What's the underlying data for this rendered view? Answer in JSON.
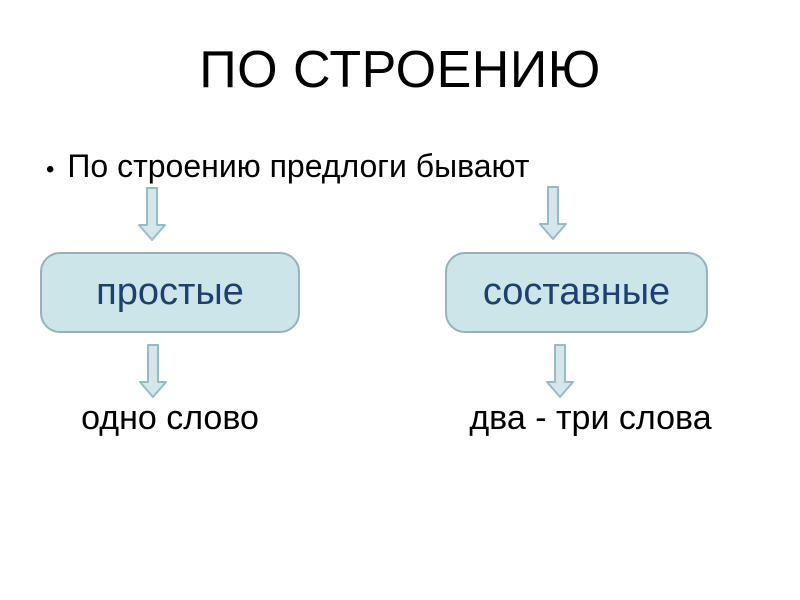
{
  "slide": {
    "title": "ПО СТРОЕНИЮ",
    "bullet_marker": "•",
    "bullet": "По строению предлоги бывают",
    "left_branch": {
      "box_label": "простые",
      "result": "одно слово"
    },
    "right_branch": {
      "box_label": "составные",
      "result": "два - три слова"
    },
    "colors": {
      "background": "#ffffff",
      "title_color": "#000000",
      "body_color": "#000000",
      "box_fill": "#cbe5e9",
      "box_border": "#96b1b7",
      "box_text": "#1e3f70",
      "arrow_fill": "#d5e7ea",
      "arrow_stroke": "#96bcc3"
    }
  }
}
